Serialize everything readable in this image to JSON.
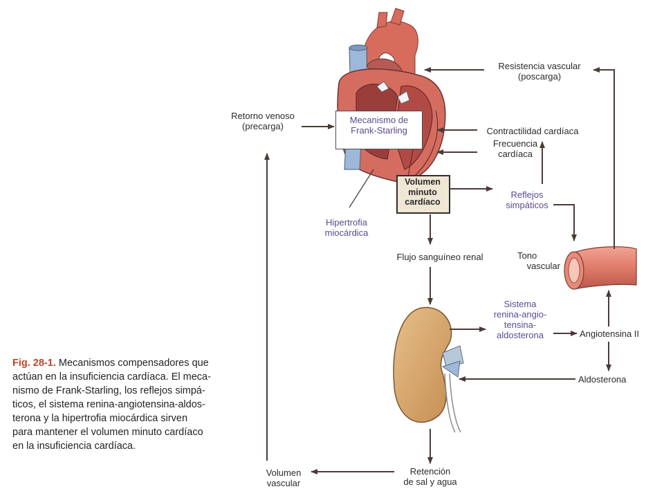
{
  "labels": {
    "resistencia_line1": "Resistencia vascular",
    "resistencia_line2": "(poscarga)",
    "retorno_line1": "Retorno venoso",
    "retorno_line2": "(precarga)",
    "frank_line1": "Mecanismo de",
    "frank_line2": "Frank-Starling",
    "contractilidad": "Contractilidad cardíaca",
    "frecuencia_line1": "Frecuencia",
    "frecuencia_line2": "cardíaca",
    "volumen_line1": "Volumen",
    "volumen_line2": "minuto",
    "volumen_line3": "cardíaco",
    "reflejos_line1": "Reflejos",
    "reflejos_line2": "simpáticos",
    "hipertrofia_line1": "Hipertrofia",
    "hipertrofia_line2": "miocárdica",
    "flujo": "Flujo sanguíneo renal",
    "tono_line1": "Tono",
    "tono_line2": "vascular",
    "sistema_line1": "Sistema",
    "sistema_line2": "renina-angio-",
    "sistema_line3": "tensina-",
    "sistema_line4": "aldosterona",
    "angiotensina": "Angiotensina II",
    "aldosterona": "Aldosterona",
    "retencion_line1": "Retención",
    "retencion_line2": "de sal y agua",
    "volvasc_line1": "Volumen",
    "volvasc_line2": "vascular"
  },
  "caption": {
    "fig": "Fig. 28-1.",
    "line1_rest": " Mecanismos compensadores que",
    "line2": "actúan en la insuficiencia cardíaca. El meca-",
    "line3": "nismo de Frank-Starling, los reflejos simpá-",
    "line4": "ticos, el sistema renina-angiotensina-aldos-",
    "line5": "terona y la hipertrofia miocárdica sirven",
    "line6": "para mantener el volumen minuto cardíaco",
    "line7": "en la insuficiencia cardíaca."
  },
  "colors": {
    "arrow": "#4a3a38",
    "heart_red": "#c9645a",
    "vessel_blue": "#9db8d8",
    "kidney": "#d4a86c",
    "artery": "#e07a6a",
    "label_purple": "#5a4a8c"
  }
}
